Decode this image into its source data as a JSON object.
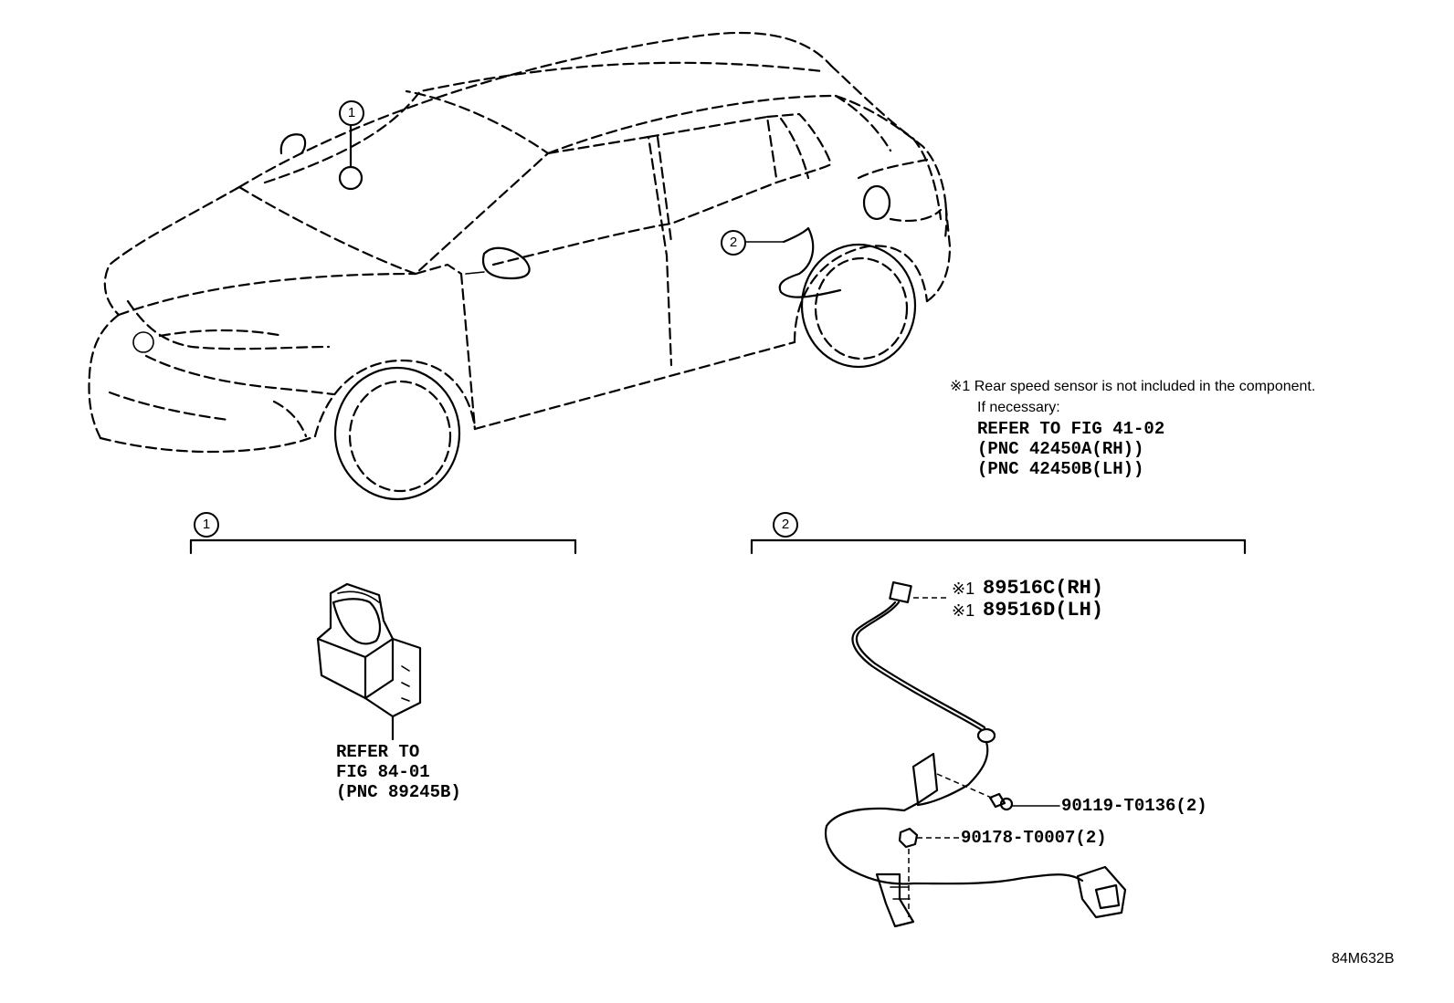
{
  "callouts": {
    "c1": "1",
    "c2": "2"
  },
  "note": {
    "line1": "※1 Rear speed sensor is not included in the component.",
    "line2": "If necessary:",
    "line3": "REFER TO FIG 41-02",
    "line4": "(PNC 42450A(RH))",
    "line5": "(PNC 42450B(LH))"
  },
  "group1": {
    "ref_line1": "REFER TO",
    "ref_line2": "FIG 84-01",
    "ref_line3": "(PNC 89245B)"
  },
  "group2": {
    "part_rh": "89516C(RH)",
    "part_lh": "89516D(LH)",
    "part_prefix": "※1",
    "bolt": "90119-T0136(2)",
    "nut": "90178-T0007(2)"
  },
  "diagram_code": "84M632B"
}
